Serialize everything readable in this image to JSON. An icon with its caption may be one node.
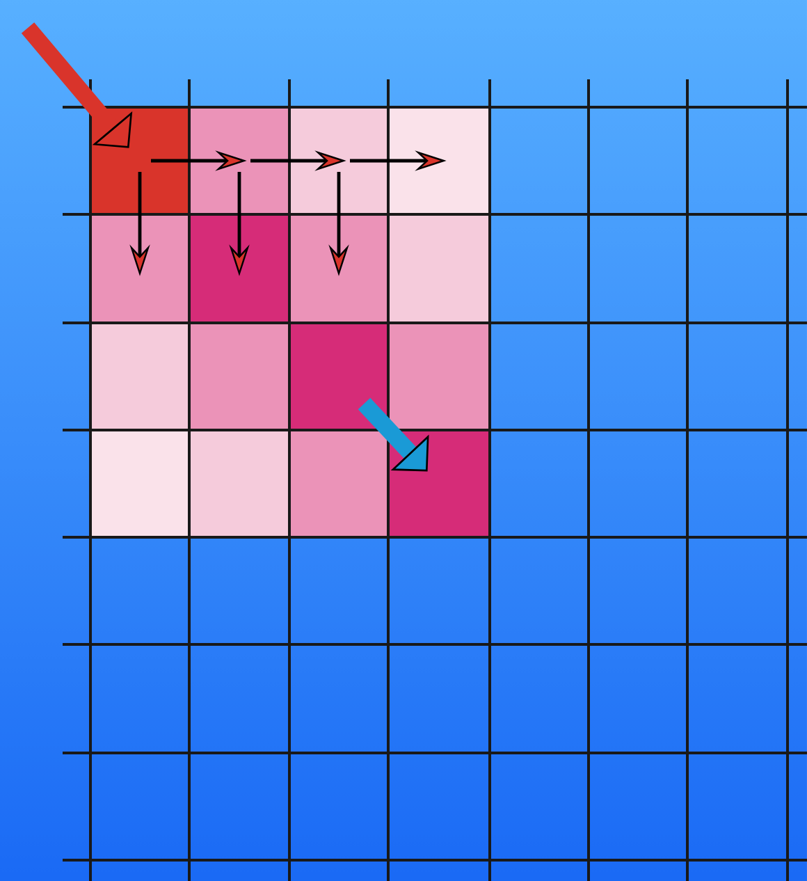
{
  "diagram": {
    "nodes": [
      {
        "text": [],
        "shape": "box"
      },
      {
        "text": [],
        "shape": "box"
      },
      {
        "text": [],
        "shape": "box"
      },
      {
        "text": [],
        "shape": "box"
      },
      {
        "text": [],
        "shape": "box"
      },
      {
        "text": [],
        "shape": "box"
      },
      {
        "text": [],
        "shape": "box"
      },
      {
        "text": [],
        "shape": "box"
      },
      {
        "text": [],
        "shape": "box"
      },
      {
        "text": [],
        "shape": "box"
      },
      {
        "text": [],
        "shape": "box"
      },
      {
        "text": [],
        "shape": "box"
      },
      {
        "text": [],
        "shape": "box"
      },
      {
        "text": [],
        "shape": "box"
      },
      {
        "text": [],
        "shape": "box"
      },
      {
        "text": [],
        "shape": "box"
      }
    ],
    "edges": [
      {
        "from": null,
        "to": 0,
        "arrow": "to",
        "style": "thick",
        "color": "#d9342b"
      },
      {
        "from": 0,
        "to": 1,
        "arrow": "to"
      },
      {
        "from": 1,
        "to": 2,
        "arrow": "to"
      },
      {
        "from": 2,
        "to": 3,
        "arrow": "to"
      },
      {
        "from": 0,
        "to": 4,
        "arrow": "to"
      },
      {
        "from": 1,
        "to": 5,
        "arrow": "to"
      },
      {
        "from": 2,
        "to": 6,
        "arrow": "to"
      },
      {
        "from": 10,
        "to": 15,
        "arrow": "to",
        "style": "thick",
        "color": "#1a9ad6"
      }
    ]
  }
}
